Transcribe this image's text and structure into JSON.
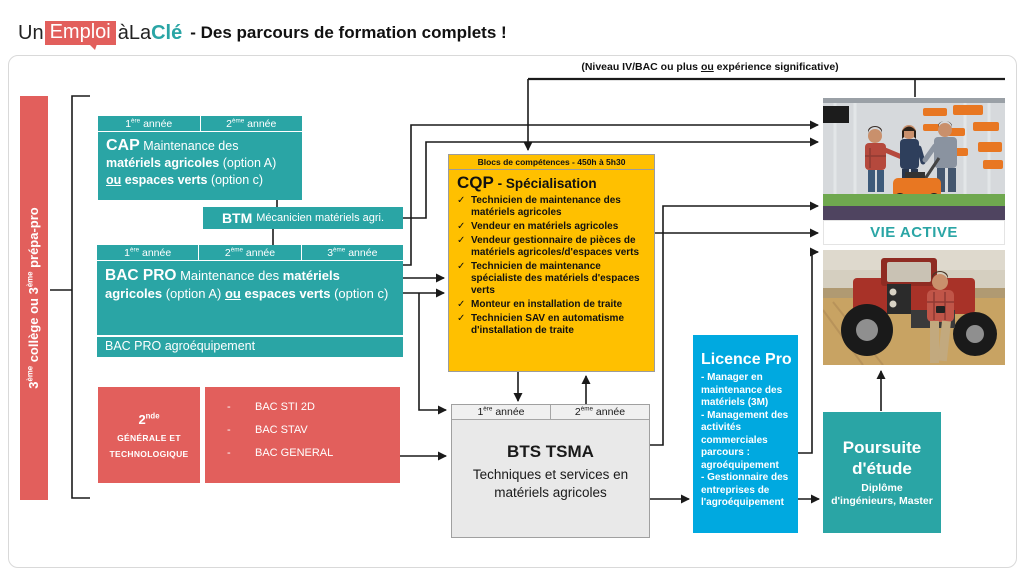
{
  "header": {
    "logo": {
      "un": "Un",
      "emploi": "Emploi",
      "a_la": "àLa",
      "cle": "Clé"
    },
    "title": "- Des parcours de formation complets !"
  },
  "note_niveau": {
    "pre": "(Niveau IV/BAC ou plus ",
    "ou": "ou",
    "post": " expérience significative)"
  },
  "left_bar": {
    "p1": "3",
    "s1": "ème",
    "p2": " collège ou 3",
    "s2": "ème",
    "p3": " prépa-pro"
  },
  "cap": {
    "years": [
      {
        "n": "1",
        "s": "ère",
        "w": " année"
      },
      {
        "n": "2",
        "s": "ème",
        "w": " année"
      }
    ],
    "acronym": "CAP",
    "t1": " Maintenance des ",
    "b1": "matériels agricoles",
    "t2": " (option A) ",
    "ou": "ou",
    "b2": " espaces verts",
    "t3": " (option c)"
  },
  "btm": {
    "acronym": "BTM",
    "label": "Mécanicien matériels agri."
  },
  "bacpro": {
    "years": [
      {
        "n": "1",
        "s": "ère",
        "w": " année"
      },
      {
        "n": "2",
        "s": "ème",
        "w": " année"
      },
      {
        "n": "3",
        "s": "ème",
        "w": " année"
      }
    ],
    "acronym": "BAC PRO",
    "t1": " Maintenance des ",
    "b1": "matériels agricoles",
    "t2": " (option A) ",
    "ou": "ou",
    "b2": " espaces verts",
    "t3": " (option c)",
    "footer": "BAC PRO agroéquipement"
  },
  "seconde": {
    "n": "2",
    "s": "nde",
    "l2": "GÉNÉRALE ET",
    "l3": "TECHNOLOGIQUE"
  },
  "bac_list": {
    "dash": "-",
    "items": [
      "BAC STI 2D",
      "BAC STAV",
      "BAC GENERAL"
    ]
  },
  "cqp": {
    "header": "Blocs de compétences - 450h à 5h30",
    "acronym": "CQP",
    "subtitle": " - Spécialisation",
    "check": "✓",
    "items": [
      "Technicien de maintenance des matériels agricoles",
      "Vendeur en matériels agricoles",
      "Vendeur gestionnaire de pièces de matériels agricoles/d'espaces verts",
      "Technicien de maintenance spécialiste des matériels d'espaces verts",
      "Monteur en installation de traite",
      "Technicien SAV en automatisme d'installation de traite"
    ]
  },
  "bts": {
    "years": [
      {
        "n": "1",
        "s": "ère",
        "w": " année"
      },
      {
        "n": "2",
        "s": "ème",
        "w": " année"
      }
    ],
    "acronym": "BTS TSMA",
    "subtitle": "Techniques et services en matériels agricoles"
  },
  "licence": {
    "title": "Licence Pro",
    "items": [
      "- Manager en maintenance des matériels (3M)",
      "- Management des activités commerciales parcours : agroéquipement",
      "- Gestionnaire des entreprises de l'agroéquipement"
    ]
  },
  "poursuite": {
    "title": "Poursuite d'étude",
    "subtitle": "Diplôme d'ingénieurs, Master"
  },
  "vie_active": {
    "label": "VIE ACTIVE"
  },
  "colors": {
    "teal": "#2aa5a5",
    "red": "#e25f5c",
    "yellow": "#ffc000",
    "blue": "#00a9e0",
    "line": "#1a1a1a"
  }
}
